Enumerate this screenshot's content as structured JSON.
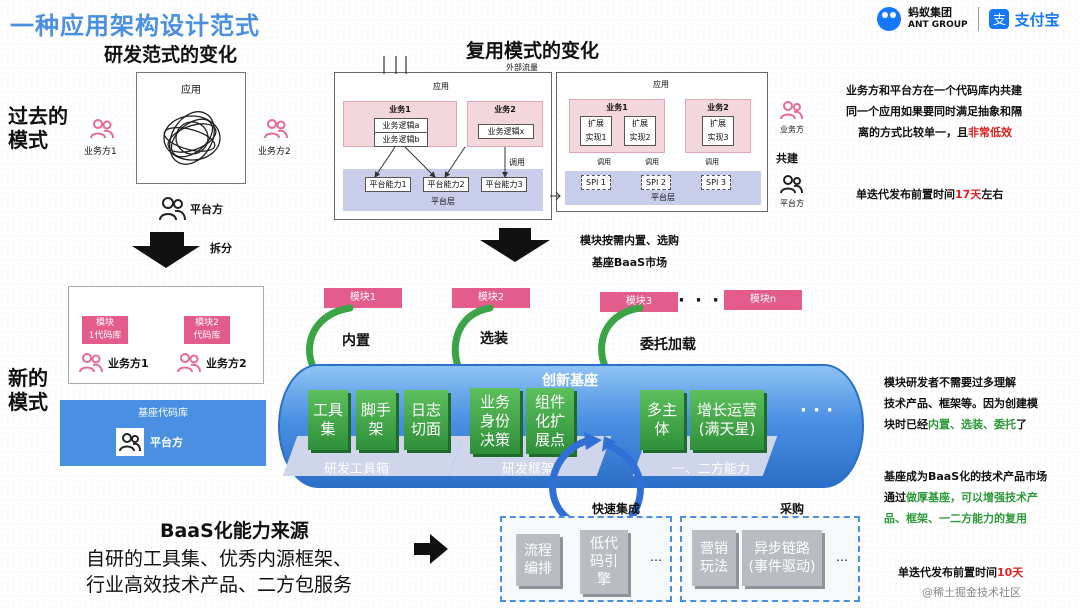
{
  "title": "一种应用架构设计范式",
  "brand": {
    "ant_cn": "蚂蚁集团",
    "ant_en": "ANT GROUP",
    "alipay": "支付宝"
  },
  "left": {
    "heading": "研发范式的变化",
    "past_label": "过去的\n模式",
    "new_label": "新的\n模式",
    "app_label": "应用",
    "biz1": "业务方1",
    "biz2": "业务方2",
    "platform": "平台方",
    "split": "拆分",
    "module1": "模块\n1代码库",
    "module2": "模块2\n代码库",
    "base_repo": "基座代码库"
  },
  "center": {
    "heading": "复用模式的变化",
    "external_traffic": "外部流量",
    "app_label": "应用",
    "biz1": "业务1",
    "biz1_logic_a": "业务逻辑a",
    "biz1_logic_b": "业务逻辑b",
    "biz2": "业务2",
    "biz2_logic_x": "业务逻辑x",
    "call": "调用",
    "platform_layer": "平台层",
    "cap1": "平台能力1",
    "cap2": "平台能力2",
    "cap3": "平台能力3",
    "r_app_label": "应用",
    "r_biz1": "业务1",
    "r_biz2": "业务2",
    "extend": "扩展",
    "impl1": "实现1",
    "impl2": "实现2",
    "impl3": "实现3",
    "spi1": "SPI 1",
    "spi2": "SPI 2",
    "spi3": "SPI 3",
    "r_platform_layer": "平台层",
    "r_biz_side": "业务方",
    "co_build": "共建",
    "r_platform_side": "平台方",
    "market_line1": "模块按需内置、选购",
    "market_line2": "基座BaaS市场"
  },
  "modules": {
    "m1": "模块1",
    "m2": "模块2",
    "m3": "模块3",
    "mn": "模块n",
    "dots": "· · ·",
    "builtin": "内置",
    "optional": "选装",
    "delegate": "委托加载"
  },
  "base": {
    "name": "创新基座",
    "tools": "工具\n集",
    "scaffold": "脚手\n架",
    "log": "日志\n切面",
    "identity": "业务\n身份\n决策",
    "component": "组件\n化扩\n展点",
    "multi": "多主\n体",
    "growth": "增长运营\n(满天星)",
    "dots": "· · ·",
    "tool_box": "研发工具箱",
    "framework": "研发框架",
    "cap12": "一、二方能力"
  },
  "baas": {
    "heading": "BaaS化能力来源",
    "line1": "自研的工具集、优秀内源框架、",
    "line2": "行业高效技术产品、二方包服务",
    "fast": "快速集成",
    "buy": "采购",
    "flow": "流程\n编排",
    "lowcode": "低代\n码引\n擎",
    "marketing": "营销\n玩法",
    "async": "异步链路\n(事件驱动)",
    "dots": "…"
  },
  "notes": {
    "n1_a": "业务方和平台方在一个代码库内共建",
    "n1_b": "同一个应用如果要同时满足抽象和隔",
    "n1_c_pre": "离的方式比较单一，且",
    "n1_c_red": "非常低效",
    "n2_pre": "单迭代发布前置时间",
    "n2_red": "17天",
    "n2_post": "左右",
    "n3_a": "模块研发者不需要过多理解",
    "n3_b": "技术产品、框架等。因为创建模",
    "n3_c_pre": "块时已经",
    "n3_c_grn": "内置、选装、委托",
    "n3_c_post": "了",
    "n4_a": "基座成为BaaS化的技术产品市场",
    "n4_b_pre": "通过",
    "n4_b_grn": "做厚基座，可以增强技术产",
    "n4_c_grn": "品、框架、一二方能力的复用",
    "n5_pre": "单迭代发布前置时间",
    "n5_red": "10天",
    "watermark": "@稀土掘金技术社区"
  },
  "colors": {
    "accent": "#4a90e2",
    "pink": "#e45c8c",
    "green": "#3aa447",
    "red": "#e02020"
  }
}
